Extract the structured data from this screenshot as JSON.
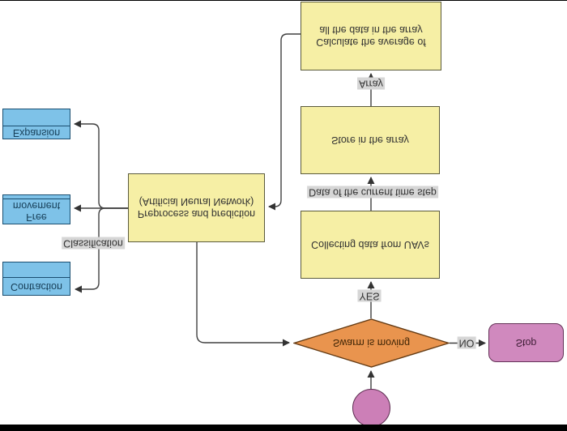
{
  "theme": {
    "page-bg": "#ffffff",
    "line-color": "#404040",
    "arrow-color": "#333333",
    "label-bg": "#d6d6d6",
    "label-text": "#333333",
    "node-text": "#333333",
    "yellow-fill": "#f6efa5",
    "yellow-border": "#5b5b3c",
    "blue-fill": "#7ec2e8",
    "blue-border": "#1a4e70",
    "blue-text": "#173f58",
    "orange-fill": "#e9944e",
    "orange-border": "#643b14",
    "orange-text": "#3f2506",
    "pink-fill": "#d089be",
    "pink-border": "#643157",
    "pink-text": "#3f1d36",
    "circle-fill": "#cc7fb7",
    "circle-border": "#5c2c50",
    "frame-bar": "#000000"
  },
  "flowchart": {
    "nodes": {
      "decision": {
        "label": "Swarm is moving"
      },
      "stop": {
        "label": "Stop"
      },
      "collect": {
        "label": "Collecting data from UAVs"
      },
      "store": {
        "label": "Store in the array"
      },
      "calculate": {
        "line1": "Calculate the average of",
        "line2": "all the data in the array"
      },
      "preprocess": {
        "line1": "Preprocess and prediction",
        "line2": "(Artificial Neural Network)"
      },
      "contraction": {
        "label": "Contraction"
      },
      "free_movement": {
        "line1": "Free",
        "line2": "movement"
      },
      "expansion": {
        "label": "Expansion"
      }
    },
    "edge_labels": {
      "yes": "YES",
      "no": "NO",
      "data_step": "Data of the current time step",
      "array": "Array",
      "classification": "Classification"
    }
  }
}
